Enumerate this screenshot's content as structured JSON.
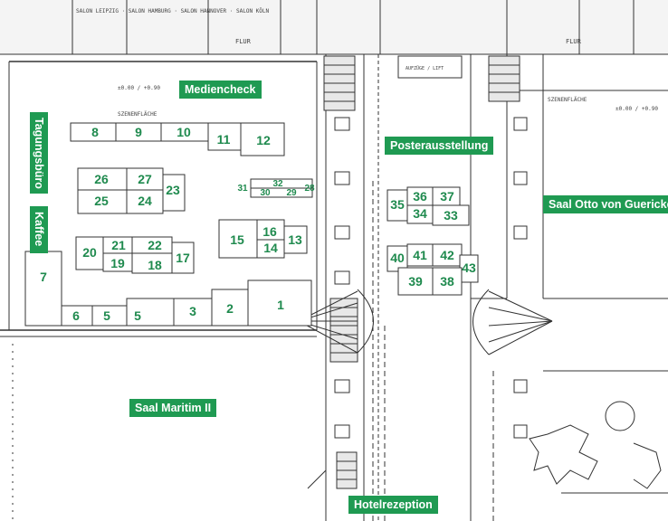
{
  "labels": {
    "medien": "Mediencheck",
    "poster": "Posterausstellung",
    "tagung": "Tagungsbüro",
    "kaffee": "Kaffee",
    "saal_otto": "Saal Otto von Guericke",
    "saal_maritim": "Saal Maritim II",
    "hotel": "Hotelrezeption"
  },
  "plan_text": {
    "flur_left": "FLUR",
    "flur_right": "FLUR",
    "szenen_left": "SZENENFLÄCHE",
    "szenen_right": "SZENENFLÄCHE",
    "level_left": "±0.00 / +0.90",
    "level_right": "±0.00 / +0.90",
    "top_rooms": "SALON LEIPZIG · SALON HAMBURG · SALON HANNOVER · SALON KÖLN",
    "lift": "AUFZÜGE / LIFT"
  },
  "booths": {
    "b1": "1",
    "b2": "2",
    "b3": "3",
    "b5": "5",
    "b6": "6",
    "b5b": "5",
    "b7": "7",
    "b8": "8",
    "b9": "9",
    "b10": "10",
    "b11": "11",
    "b12": "12",
    "b13": "13",
    "b14": "14",
    "b15": "15",
    "b16": "16",
    "b17": "17",
    "b18": "18",
    "b19": "19",
    "b20": "20",
    "b21": "21",
    "b22": "22",
    "b23": "23",
    "b24": "24",
    "b25": "25",
    "b26": "26",
    "b27": "27",
    "b28": "28",
    "b29": "29",
    "b30": "30",
    "b31": "31",
    "b32": "32",
    "b33": "33",
    "b34": "34",
    "b35": "35",
    "b36": "36",
    "b37": "37",
    "b38": "38",
    "b39": "39",
    "b40": "40",
    "b41": "41",
    "b42": "42",
    "b43": "43"
  },
  "colors": {
    "label_bg": "#1f9a52",
    "booth_text": "#1f8a4e",
    "line": "#333333"
  }
}
